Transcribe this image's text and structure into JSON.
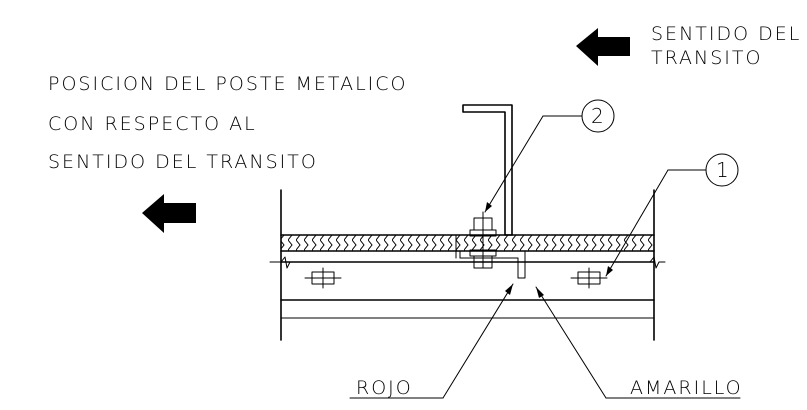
{
  "traffic_direction": {
    "line1": "SENTIDO DEL",
    "line2": "TRANSITO"
  },
  "post_position": {
    "line1": "POSICION DEL POSTE METALICO",
    "line2": "CON RESPECTO AL",
    "line3": "SENTIDO DEL TRANSITO"
  },
  "callouts": {
    "one": "1",
    "two": "2"
  },
  "labels": {
    "rojo": "ROJO",
    "amarillo": "AMARILLO"
  }
}
